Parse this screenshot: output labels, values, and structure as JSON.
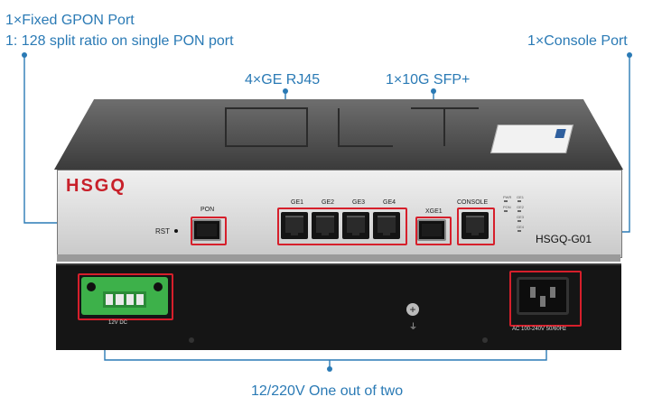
{
  "callouts": {
    "gpon_line1": "1×Fixed GPON Port",
    "gpon_line2": "1: 128 split ratio on single PON port",
    "console": "1×Console Port",
    "ge": "4×GE RJ45",
    "sfp": "1×10G SFP+",
    "power": "12/220V One out of two"
  },
  "device": {
    "brand": "HSGQ",
    "model": "HSGQ-G01",
    "ports": {
      "pon": "PON",
      "rst": "RST",
      "ge": [
        "GE1",
        "GE2",
        "GE3",
        "GE4"
      ],
      "xge": "XGE1",
      "console": "CONSOLE"
    },
    "leds": [
      "PWR",
      "GE1",
      "PON",
      "GE2",
      "GE3",
      "GE4"
    ],
    "rear": {
      "dc_label": "12V DC",
      "ac_label": "AC 100-240V 50/60Hz"
    }
  },
  "colors": {
    "callout": "#2a7ab5",
    "highlight": "#d61f2b",
    "brand": "#c8202a",
    "terminal": "#3db14a"
  }
}
